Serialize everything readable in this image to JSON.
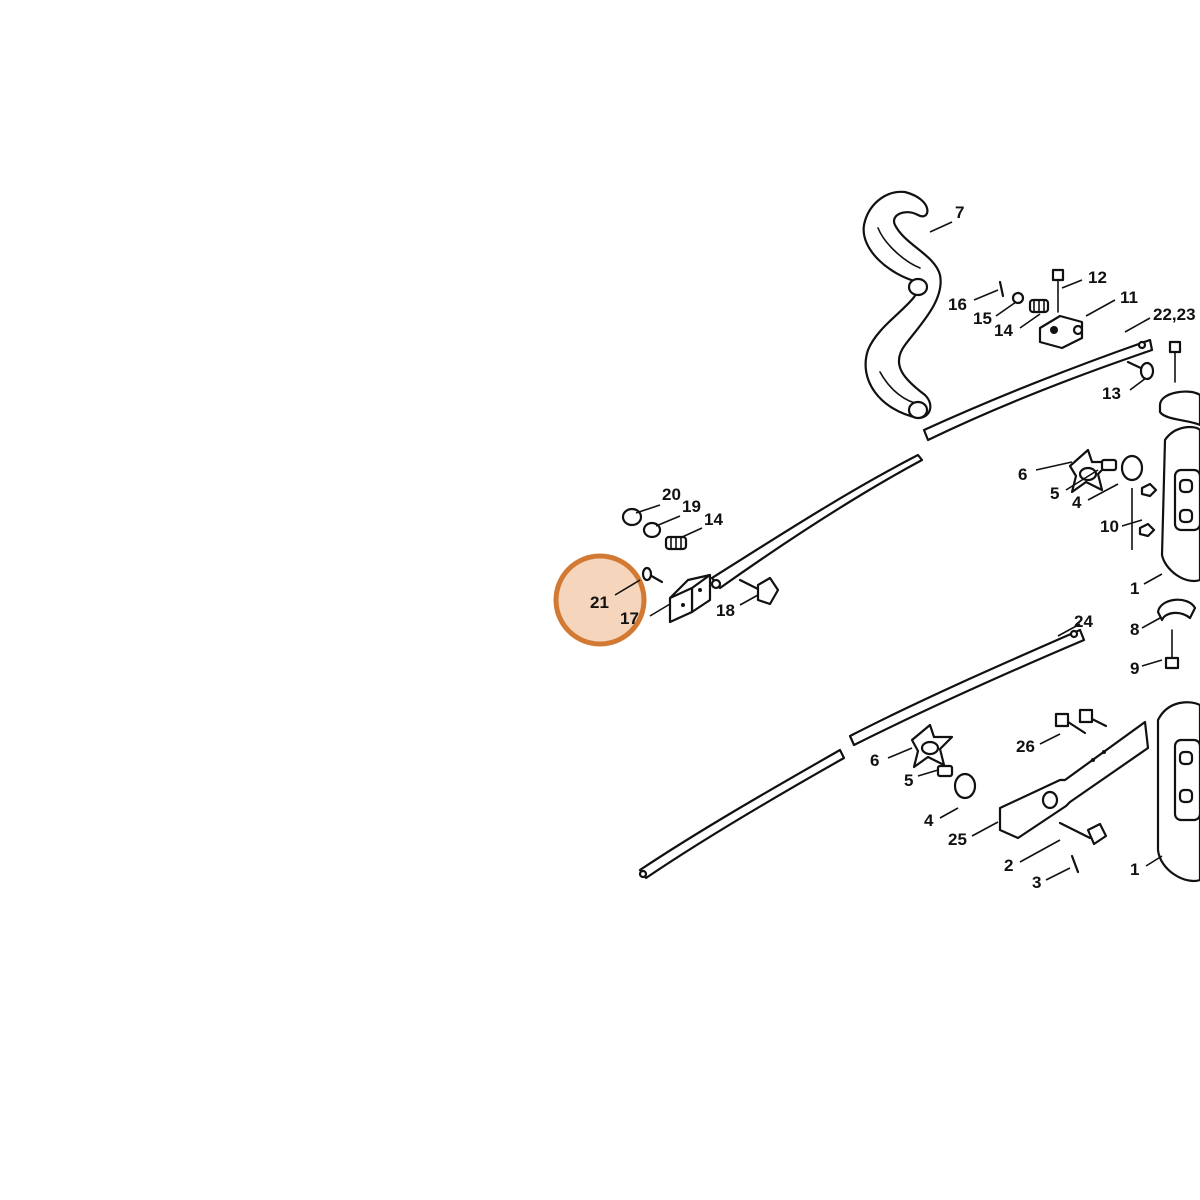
{
  "highlight": {
    "label": "21",
    "fill": "#e8a46a",
    "stroke": "#d27a33"
  },
  "callouts": {
    "c7": "7",
    "c12": "12",
    "c16": "16",
    "c11": "11",
    "c15": "15",
    "c14a": "14",
    "c22_23": "22,23",
    "c13": "13",
    "c6a": "6",
    "c5a": "5",
    "c4a": "4",
    "c10": "10",
    "c20": "20",
    "c19": "19",
    "c14b": "14",
    "c21": "21",
    "c17": "17",
    "c18": "18",
    "c1a": "1",
    "c8": "8",
    "c9": "9",
    "c24": "24",
    "c26": "26",
    "c6b": "6",
    "c5b": "5",
    "c4b": "4",
    "c25": "25",
    "c2": "2",
    "c3": "3",
    "c1b": "1"
  }
}
